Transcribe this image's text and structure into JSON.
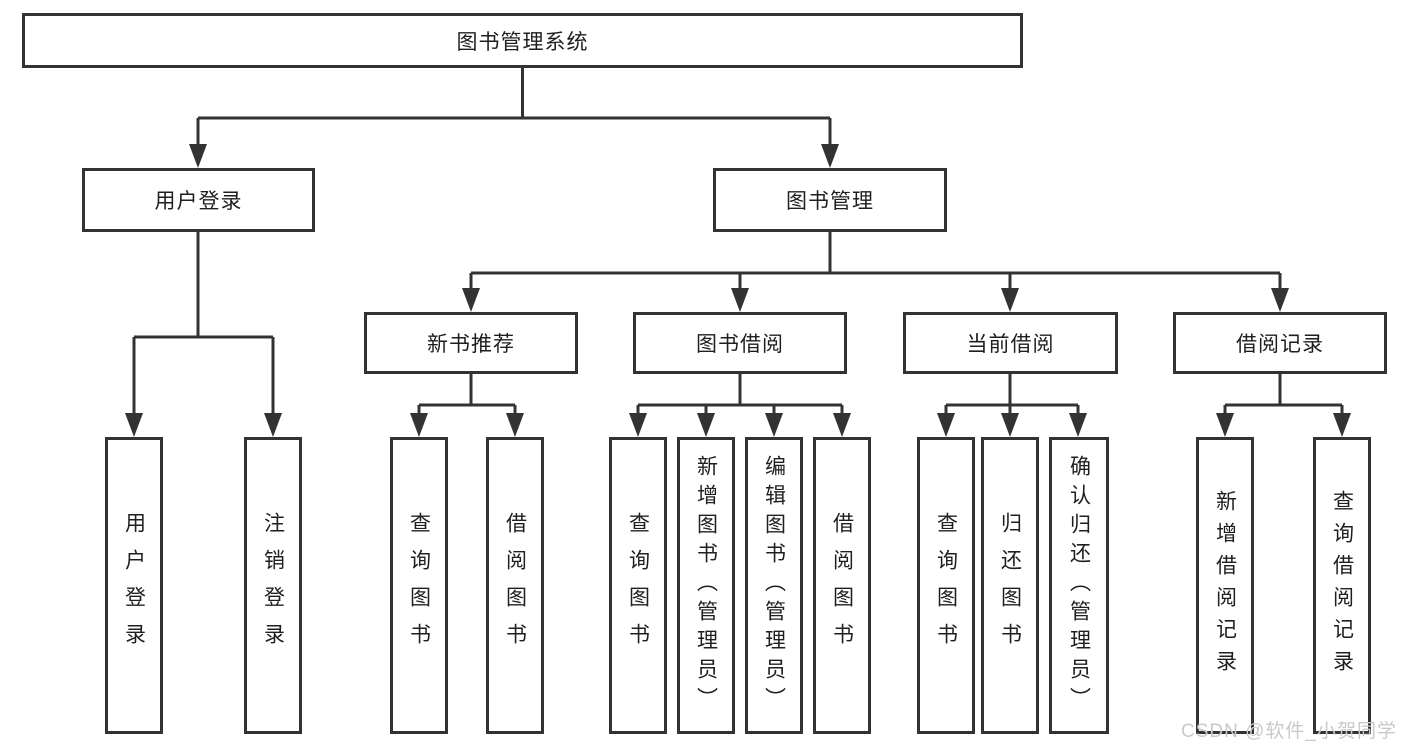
{
  "diagram": {
    "title": "图书管理系统",
    "type": "hierarchy-tree",
    "colors": {
      "line": "#333333",
      "text": "#1f1f1f",
      "background": "#ffffff",
      "watermark": "#c9c9c9"
    },
    "tree": {
      "label": "图书管理系统",
      "children": [
        {
          "label": "用户登录",
          "children": [
            {
              "label": "用户登录"
            },
            {
              "label": "注销登录"
            }
          ]
        },
        {
          "label": "图书管理",
          "children": [
            {
              "label": "新书推荐",
              "children": [
                {
                  "label": "查询图书"
                },
                {
                  "label": "借阅图书"
                }
              ]
            },
            {
              "label": "图书借阅",
              "children": [
                {
                  "label": "查询图书"
                },
                {
                  "label": "新增图书（管理员）"
                },
                {
                  "label": "编辑图书（管理员）"
                },
                {
                  "label": "借阅图书"
                }
              ]
            },
            {
              "label": "当前借阅",
              "children": [
                {
                  "label": "查询图书"
                },
                {
                  "label": "归还图书"
                },
                {
                  "label": "确认归还（管理员）"
                }
              ]
            },
            {
              "label": "借阅记录",
              "children": [
                {
                  "label": "新增借阅记录"
                },
                {
                  "label": "查询借阅记录"
                }
              ]
            }
          ]
        }
      ]
    }
  },
  "watermark": {
    "text": "CSDN @软件_小贺同学"
  }
}
